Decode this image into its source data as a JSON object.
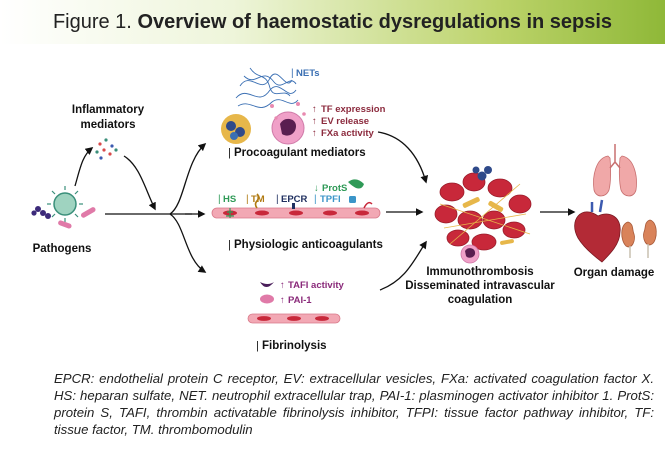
{
  "figure": {
    "title_prefix": "Figure 1.",
    "title_main": "Overview of haemostatic dysregulations in sepsis"
  },
  "diagram": {
    "pathogens_label": "Pathogens",
    "inflammatory_label_line1": "Inflammatory",
    "inflammatory_label_line2": "mediators",
    "procoagulant": {
      "nets_label": "NETs",
      "tf_expression": "TF expression",
      "ev_release": "EV release",
      "fxa_activity": "FXa activity",
      "title": "Procoagulant mediators",
      "up_arrow": "↑"
    },
    "anticoagulants": {
      "hs": "HS",
      "tm": "TM",
      "epcr": "EPCR",
      "prots": "ProtS",
      "tfpi": "TPFI",
      "title": "Physiologic anticoagulants",
      "down_arrow": "↓"
    },
    "fibrinolysis": {
      "tafi": "TAFI activity",
      "pai1": "PAI-1",
      "title": "Fibrinolysis",
      "up_arrow": "↑"
    },
    "outcome": {
      "line1": "Immunothrombosis",
      "line2": "Disseminated intravascular",
      "line3": "coagulation"
    },
    "organ_damage": "Organ damage"
  },
  "caption": "EPCR: endothelial protein C receptor, EV: extracellular vesicles, FXa: activated coagulation factor X. HS: heparan sulfate, NET. neutrophil extracellular trap, PAI-1: plasminogen activator inhibitor 1. ProtS: protein S, TAFI, thrombin activatable fibrinolysis inhibitor, TFPI: tissue factor pathway inhibitor, TF: tissue factor, TM. thrombomodulin",
  "colors": {
    "banner_end": "#8fb838",
    "nets_blue": "#3a6fb3",
    "procoag_red": "#8c2b3e",
    "anticoag_green": "#2f9a57",
    "anticoag_gold": "#b07a12",
    "anticoag_navy": "#203060",
    "tfpi_teal": "#3b95c8",
    "fibrinolysis_purple": "#8a2a7a",
    "rbc_red": "#c8283a",
    "vessel_pink": "#f2a8b4"
  }
}
